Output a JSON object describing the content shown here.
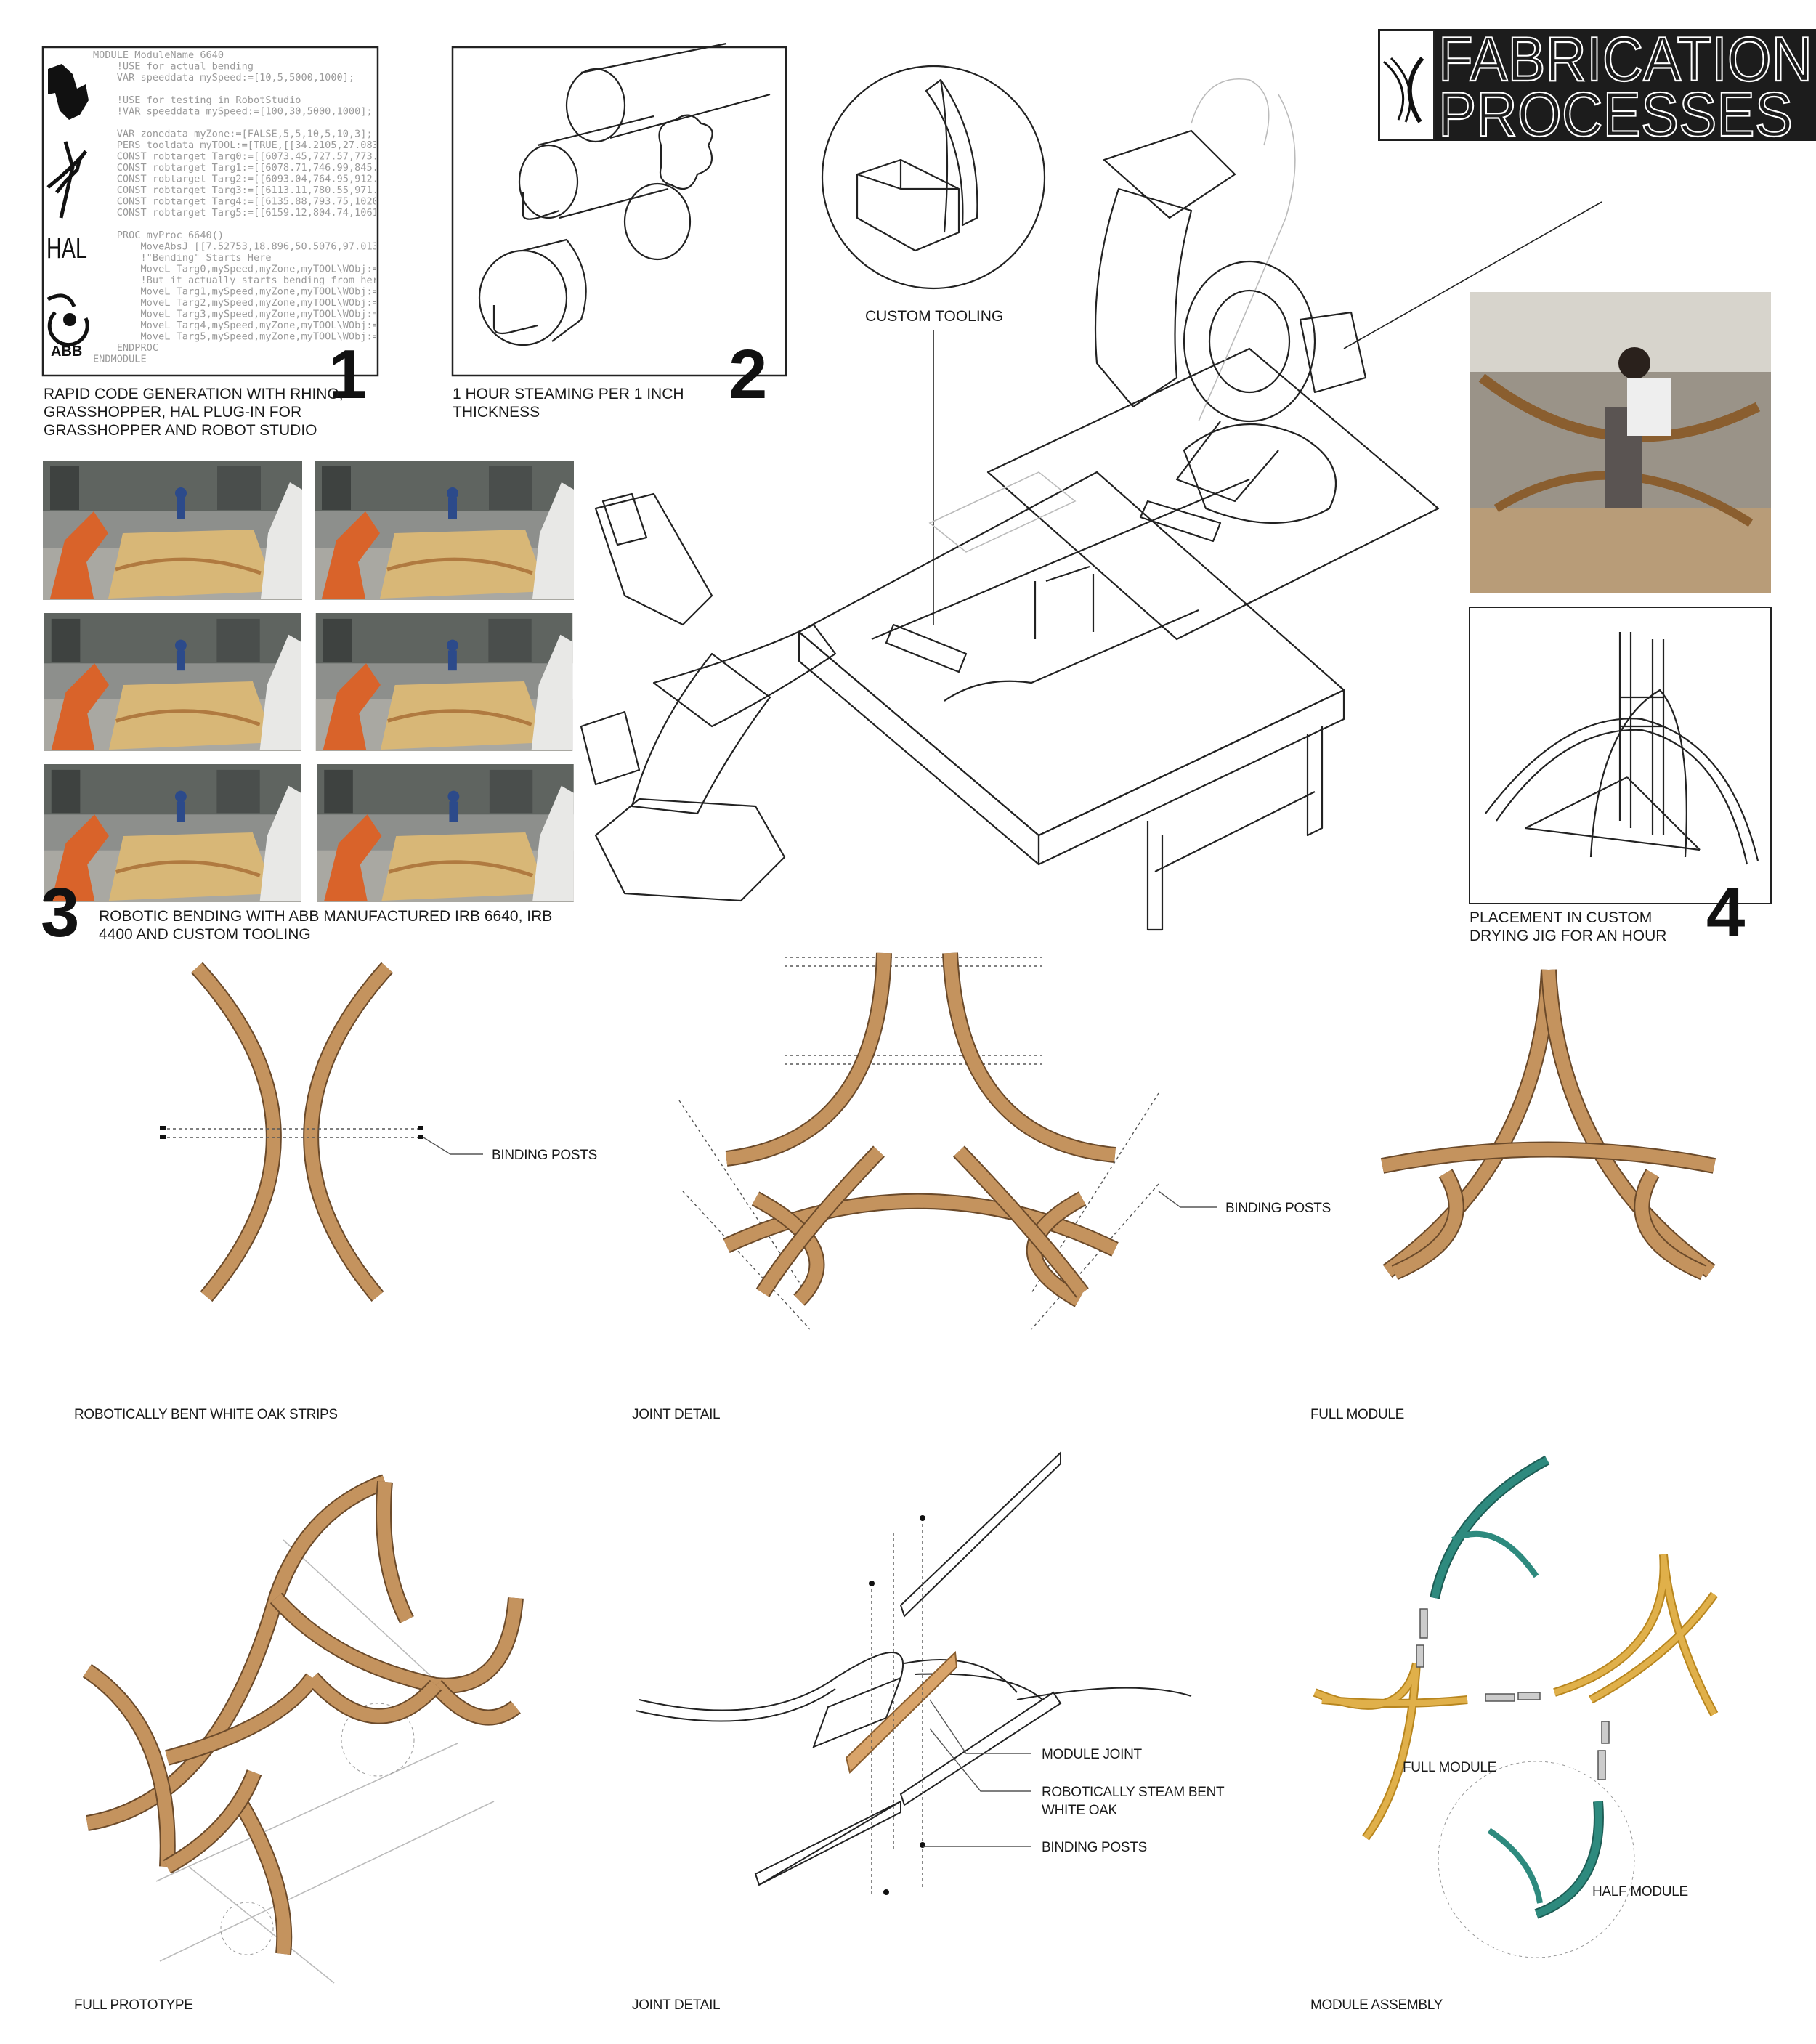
{
  "title": {
    "line1": "FABRICATION",
    "line2": "PROCESSES"
  },
  "panel1": {
    "number": "1",
    "code": [
      "MODULE ModuleName_6640",
      "    !USE for actual bending",
      "    VAR speeddata mySpeed:=[10,5,5000,1000];",
      "",
      "    !USE for testing in RobotStudio",
      "    !VAR speeddata mySpeed:=[100,30,5000,1000];",
      "",
      "    VAR zonedata myZone:=[FALSE,5,5,10,5,10,3];",
      "    PERS tooldata myTOOL:=[TRUE,[[34.2105,27.083",
      "    CONST robtarget Targ0:=[[6073.45,727.57,773.",
      "    CONST robtarget Targ1:=[[6078.71,746.99,845.",
      "    CONST robtarget Targ2:=[[6093.04,764.95,912.",
      "    CONST robtarget Targ3:=[[6113.11,780.55,971.",
      "    CONST robtarget Targ4:=[[6135.88,793.75,1020",
      "    CONST robtarget Targ5:=[[6159.12,804.74,1061",
      "",
      "    PROC myProc_6640()",
      "        MoveAbsJ [[7.52753,18.896,50.5076,97.013",
      "        !\"Bending\" Starts Here",
      "        MoveL Targ0,mySpeed,myZone,myTOOL\\WObj:=",
      "        !But it actually starts bending from her",
      "        MoveL Targ1,mySpeed,myZone,myTOOL\\WObj:=",
      "        MoveL Targ2,mySpeed,myZone,myTOOL\\WObj:=",
      "        MoveL Targ3,mySpeed,myZone,myTOOL\\WObj:=",
      "        MoveL Targ4,mySpeed,myZone,myTOOL\\WObj:=",
      "        MoveL Targ5,mySpeed,myZone,myTOOL\\WObj:=",
      "    ENDPROC",
      "ENDMODULE"
    ],
    "logos": {
      "hal": "HAL",
      "abb": "ABB"
    },
    "caption": [
      "RAPID CODE GENERATION  WITH RHINO,",
      "GRASSHOPPER, HAL PLUG-IN FOR",
      "GRASSHOPPER AND ROBOT STUDIO"
    ]
  },
  "panel2": {
    "number": "2",
    "caption": [
      "1 HOUR STEAMING PER 1 INCH",
      "THICKNESS"
    ]
  },
  "tooling": {
    "label": "CUSTOM TOOLING"
  },
  "panel3": {
    "number": "3",
    "caption": [
      "ROBOTIC BENDING WITH ABB MANUFACTURED IRB 6640, IRB",
      "4400 AND CUSTOM TOOLING"
    ]
  },
  "panel4": {
    "number": "4",
    "caption": [
      "PLACEMENT IN CUSTOM",
      "DRYING JIG FOR AN HOUR"
    ]
  },
  "row2": {
    "strips_label": "ROBOTICALLY BENT WHITE OAK STRIPS",
    "strips_binding": "BINDING POSTS",
    "joint_label": "JOINT DETAIL",
    "joint_binding": "BINDING POSTS",
    "module_label": "FULL MODULE"
  },
  "row3": {
    "prototype_label": "FULL PROTOTYPE",
    "joint_label": "JOINT DETAIL",
    "joint_callouts": [
      "MODULE JOINT",
      "ROBOTICALLY STEAM BENT",
      "WHITE OAK",
      "BINDING POSTS"
    ],
    "assembly_label": "MODULE ASSEMBLY",
    "full_module": "FULL MODULE",
    "half_module": "HALF MODULE"
  },
  "colors": {
    "wood": "#c4935e",
    "wood_edge": "#6b4a2a",
    "teal": "#2e8a7e",
    "yellow": "#e0b04a",
    "robot_orange": "#d9632a",
    "plank": "#d9a46a"
  }
}
